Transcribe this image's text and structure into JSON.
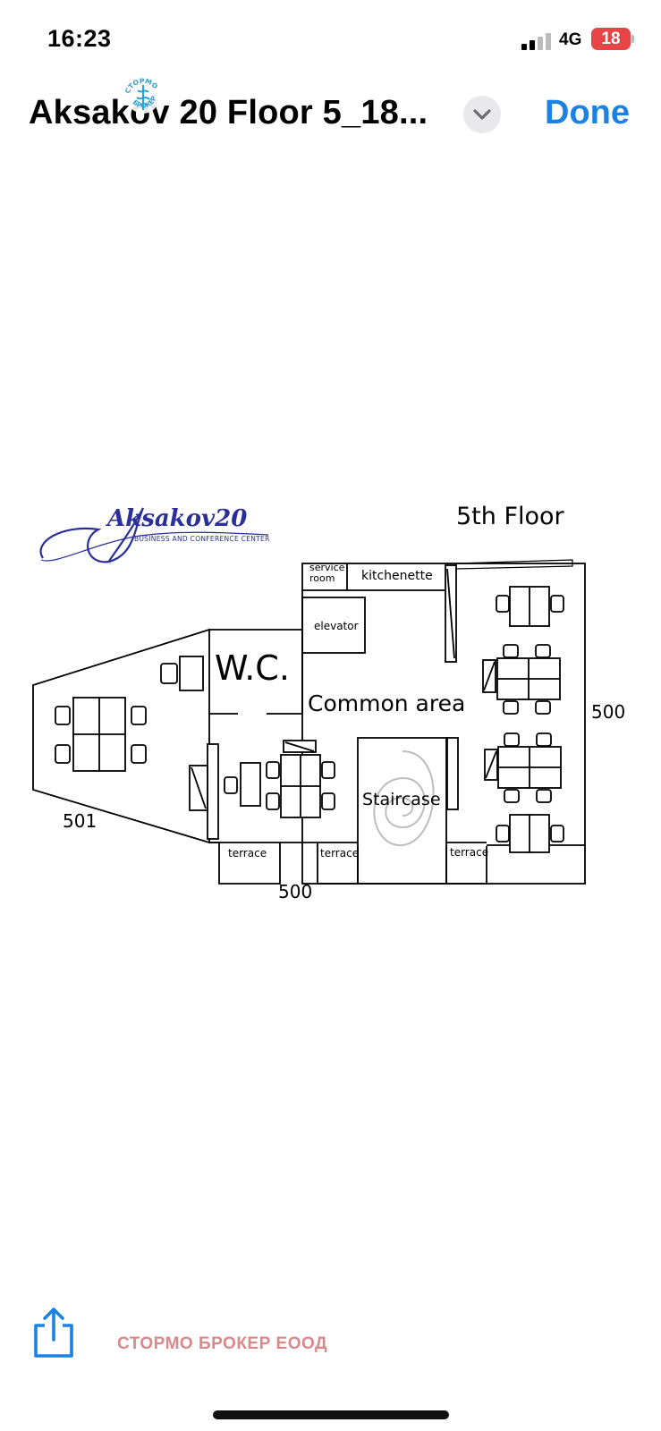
{
  "status_bar": {
    "time": "16:23",
    "network": "4G",
    "battery": "18"
  },
  "nav": {
    "title": "Aksakov 20 Floor 5_18...",
    "done_label": "Done",
    "logo_text": [
      "СТОРМО",
      "БРОКЕР"
    ]
  },
  "floor_plan": {
    "brand_main": "Aksakov20",
    "brand_sub": "BUSINESS AND CONFERENCE CENTER",
    "floor_label": "5th Floor",
    "rooms": {
      "service_1": "service",
      "service_2": "room",
      "kitchenette": "kitchenette",
      "elevator": "elevator",
      "wc": "W.C.",
      "common_area": "Common area",
      "staircase": "Staircase",
      "terrace_1": "terrace",
      "terrace_2": "terrace",
      "terrace_3": "terrace"
    },
    "office_numbers": {
      "right": "500",
      "bottom": "500",
      "left": "501"
    }
  },
  "toolbar": {
    "share_icon": "share-icon",
    "watermark": "СТОРМО БРОКЕР ЕООД"
  },
  "colors": {
    "accent": "#1a82e2",
    "battery": "#e64545",
    "watermark": "#d9888b",
    "brand": "#2a2f9a"
  }
}
